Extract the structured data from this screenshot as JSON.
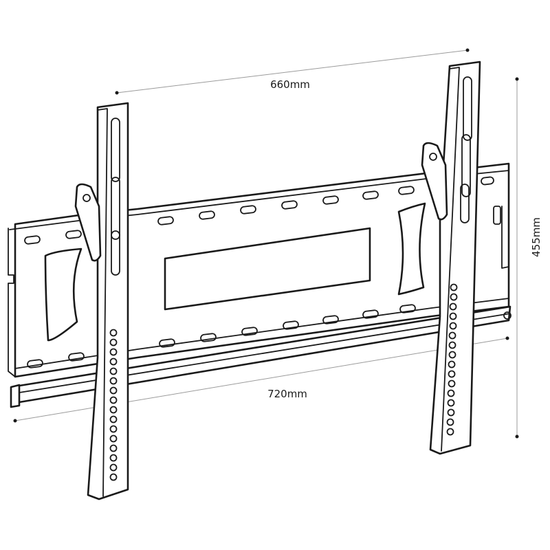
{
  "dimensions": {
    "top_width": "660mm",
    "bottom_width": "720mm",
    "height": "455mm"
  }
}
